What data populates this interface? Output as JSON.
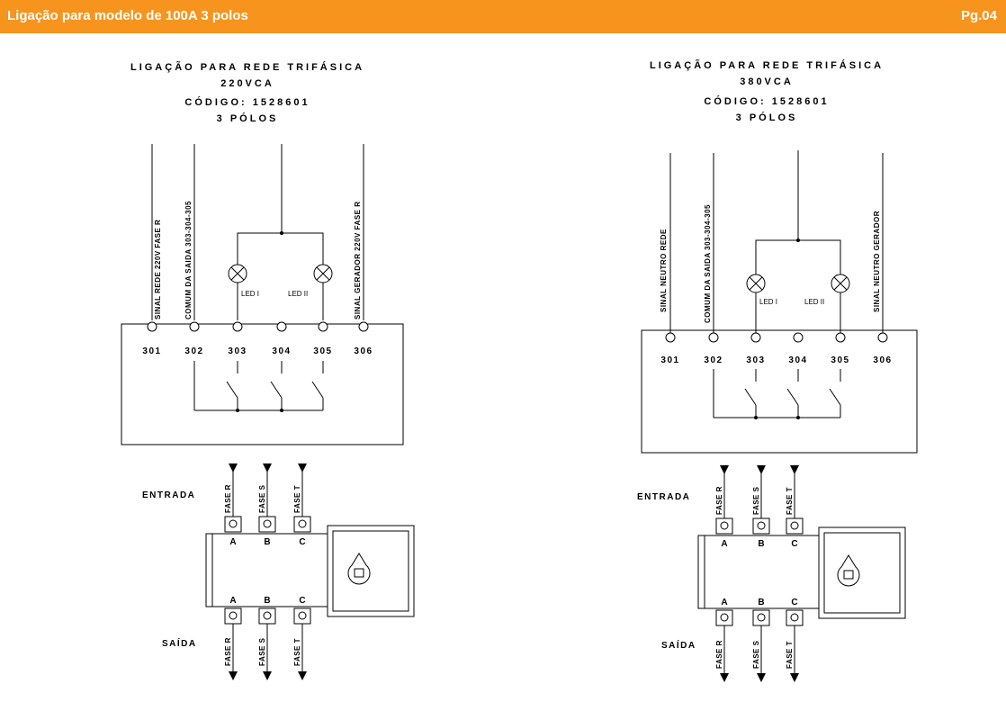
{
  "header": {
    "title": "Ligação para modelo de 100A 3 polos",
    "page": "Pg.04",
    "color": "#f7941d"
  },
  "diagrams": [
    {
      "caption": [
        "LIGAÇÃO PARA REDE TRIFÁSICA",
        "220VCA",
        "CÓDIGO: 1528601",
        "3 PÓLOS"
      ],
      "terminals": [
        "301",
        "302",
        "303",
        "304",
        "305",
        "306"
      ],
      "wire_labels": [
        "SINAL REDE 220V FASE R",
        "COMUM DA SAIDA 303-304-305",
        "SINAL GERADOR 220V FASE R"
      ],
      "led_labels": [
        "LED I",
        "LED II"
      ],
      "input_label": "ENTRADA",
      "output_label": "SAÍDA",
      "phases": [
        "FASE R",
        "FASE S",
        "FASE T"
      ],
      "poles": [
        "A",
        "B",
        "C"
      ]
    },
    {
      "caption": [
        "LIGAÇÃO PARA REDE TRIFÁSICA",
        "380VCA",
        "CÓDIGO: 1528601",
        "3 PÓLOS"
      ],
      "terminals": [
        "301",
        "302",
        "303",
        "304",
        "305",
        "306"
      ],
      "wire_labels": [
        "SINAL NEUTRO REDE",
        "COMUM DA SAIDA 303-304-305",
        "SINAL NEUTRO GERADOR"
      ],
      "led_labels": [
        "LED I",
        "LED II"
      ],
      "input_label": "ENTRADA",
      "output_label": "SAÍDA",
      "phases": [
        "FASE R",
        "FASE S",
        "FASE T"
      ],
      "poles": [
        "A",
        "B",
        "C"
      ]
    }
  ]
}
